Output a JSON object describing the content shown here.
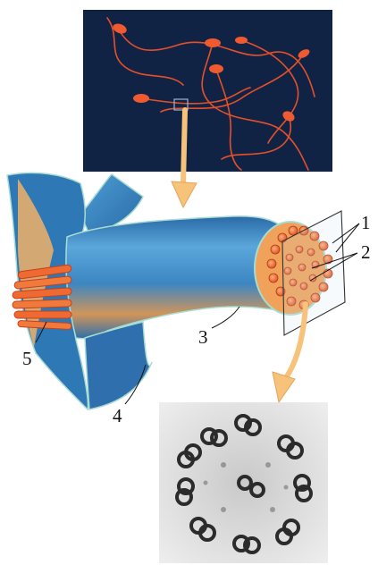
{
  "labels": {
    "l1": "1",
    "l2": "2",
    "l3": "3",
    "l4": "4",
    "l5": "5"
  },
  "colors": {
    "sperm_bg": "#0f1d3a",
    "sperm": "#e4502a",
    "membrane_blue": "#3f8fc8",
    "membrane_blue_dark": "#245f95",
    "membrane_edge": "#a7dcd1",
    "inner_orange": "#f0a25a",
    "fibril_orange": "#f0652a",
    "arrow_fill": "#f7c27a",
    "micrograph_bg": "#e9e9e9",
    "micrograph_dark": "#2b2b2b"
  }
}
